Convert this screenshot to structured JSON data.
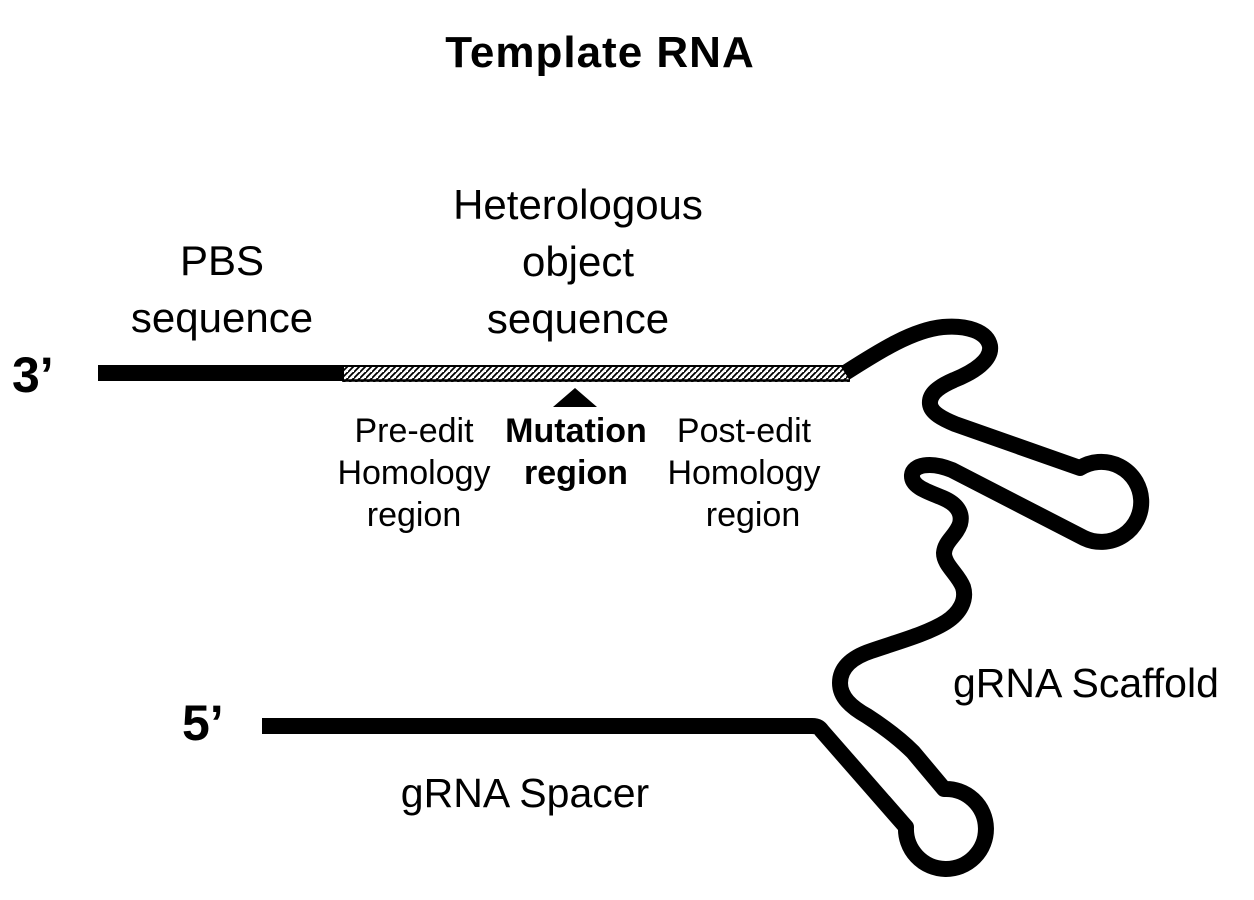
{
  "title": "Template RNA",
  "colors": {
    "strand": "#000000",
    "background": "#ffffff"
  },
  "labels": {
    "three_prime": "3’",
    "five_prime": "5’",
    "pbs": {
      "line1": "PBS",
      "line2": "sequence"
    },
    "heterologous": {
      "line1": "Heterologous",
      "line2": "object",
      "line3": "sequence"
    },
    "pre_edit": {
      "line1": "Pre-edit",
      "line2": "Homology",
      "line3": "region"
    },
    "mutation": {
      "line1": "Mutation",
      "line2": "region"
    },
    "post_edit": {
      "line1": "Post-edit",
      "line2": "Homology",
      "line3": "region"
    },
    "grna_scaffold": "gRNA Scaffold",
    "grna_spacer": "gRNA Spacer"
  },
  "icons": {
    "mutation_marker": "triangle-up"
  },
  "segments": [
    {
      "name": "PBS sequence",
      "style": "solid black bar"
    },
    {
      "name": "Heterologous object sequence",
      "style": "diagonal hatched bar"
    },
    {
      "name": "gRNA Scaffold",
      "style": "folded strand with two stem-loops"
    },
    {
      "name": "gRNA Spacer",
      "style": "solid black bar"
    }
  ]
}
